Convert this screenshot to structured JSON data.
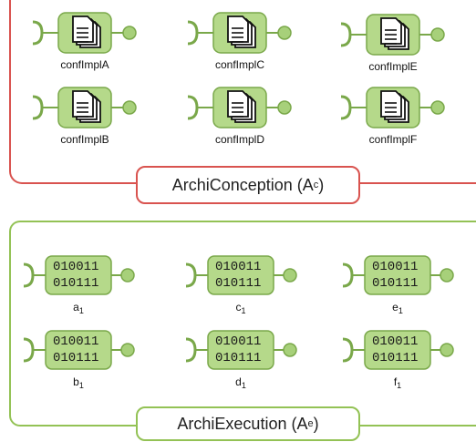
{
  "conception": {
    "title_main": "ArchiConception (A",
    "title_sub": "c",
    "title_end": ")",
    "components": [
      {
        "label": "confImplA"
      },
      {
        "label": "confImplC"
      },
      {
        "label": "confImplE"
      },
      {
        "label": "confImplB"
      },
      {
        "label": "confImplD"
      },
      {
        "label": "confImplF"
      }
    ]
  },
  "execution": {
    "title_main": "ArchiExecution (A",
    "title_sub": "e",
    "title_end": ")",
    "binary_line1": "010011",
    "binary_line2": "010111",
    "components": [
      {
        "letter": "a",
        "sub": "1"
      },
      {
        "letter": "c",
        "sub": "1"
      },
      {
        "letter": "e",
        "sub": "1"
      },
      {
        "letter": "b",
        "sub": "1"
      },
      {
        "letter": "d",
        "sub": "1"
      },
      {
        "letter": "f",
        "sub": "1"
      }
    ]
  },
  "colors": {
    "conception_border": "#d9534f",
    "execution_border": "#93c255",
    "component_fill": "#b5d98a",
    "component_stroke": "#7aa84a",
    "port_fill": "#a7d07a"
  }
}
